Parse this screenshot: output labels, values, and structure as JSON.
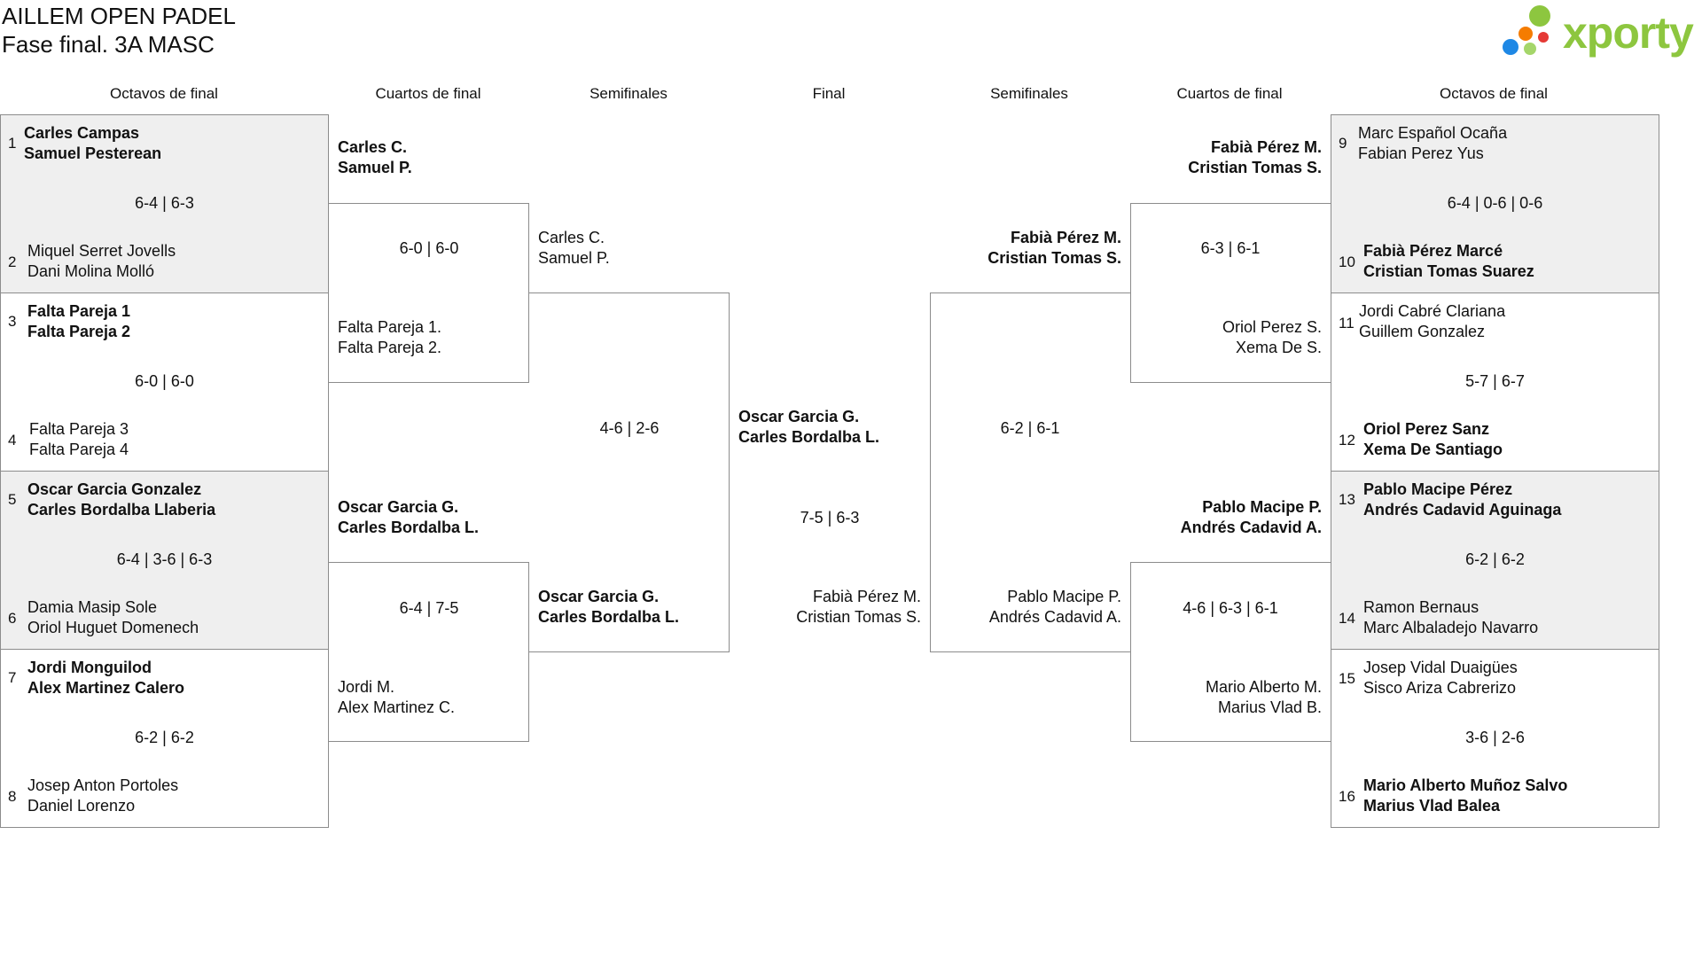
{
  "header": {
    "title": "AILLEM OPEN PADEL",
    "subtitle": "Fase final. 3A MASC",
    "logo_text": "xporty"
  },
  "colors": {
    "logo_green": "#8dc63f",
    "logo_blue": "#1e88e5",
    "logo_orange": "#f57c00",
    "logo_red": "#e53935",
    "logo_lightgreen": "#a5d66a",
    "seed_box_fill": "#efefef",
    "line": "#8c8c8c"
  },
  "round_headers": {
    "octavos_left": "Octavos de final",
    "cuartos_left": "Cuartos de final",
    "semis_left": "Semifinales",
    "final": "Final",
    "semis_right": "Semifinales",
    "cuartos_right": "Cuartos de final",
    "octavos_right": "Octavos de final"
  },
  "octavos_left": [
    {
      "score": "6-4 | 6-3",
      "top": {
        "seed": "1",
        "p1": "Carles Campas",
        "p2": "Samuel Pesterean"
      },
      "bottom": {
        "seed": "2",
        "p1": "Miquel Serret Jovells",
        "p2": "Dani Molina Molló"
      }
    },
    {
      "score": "6-0 | 6-0",
      "top": {
        "seed": "3",
        "p1": "Falta Pareja 1",
        "p2": "Falta Pareja 2"
      },
      "bottom": {
        "seed": "4",
        "p1": "Falta Pareja 3",
        "p2": "Falta Pareja 4"
      }
    },
    {
      "score": "6-4 | 3-6 | 6-3",
      "top": {
        "seed": "5",
        "p1": "Oscar Garcia Gonzalez",
        "p2": "Carles Bordalba Llaberia"
      },
      "bottom": {
        "seed": "6",
        "p1": "Damia Masip Sole",
        "p2": "Oriol Huguet Domenech"
      }
    },
    {
      "score": "6-2 | 6-2",
      "top": {
        "seed": "7",
        "p1": "Jordi Monguilod",
        "p2": "Alex Martinez Calero"
      },
      "bottom": {
        "seed": "8",
        "p1": "Josep Anton Portoles",
        "p2": "Daniel Lorenzo"
      }
    }
  ],
  "octavos_right": [
    {
      "score": "6-4 | 0-6 | 0-6",
      "top": {
        "seed": "9",
        "p1": "Marc Español Ocaña",
        "p2": "Fabian Perez Yus"
      },
      "bottom": {
        "seed": "10",
        "p1": "Fabià Pérez Marcé",
        "p2": "Cristian Tomas Suarez"
      }
    },
    {
      "score": "5-7 | 6-7",
      "top": {
        "seed": "11",
        "p1": "Jordi Cabré Clariana",
        "p2": "Guillem Gonzalez"
      },
      "bottom": {
        "seed": "12",
        "p1": "Oriol Perez Sanz",
        "p2": "Xema De Santiago"
      }
    },
    {
      "score": "6-2 | 6-2",
      "top": {
        "seed": "13",
        "p1": "Pablo Macipe Pérez",
        "p2": "Andrés Cadavid Aguinaga"
      },
      "bottom": {
        "seed": "14",
        "p1": "Ramon Bernaus",
        "p2": "Marc Albaladejo Navarro"
      }
    },
    {
      "score": "3-6 | 2-6",
      "top": {
        "seed": "15",
        "p1": "Josep Vidal Duaigües",
        "p2": "Sisco Ariza Cabrerizo"
      },
      "bottom": {
        "seed": "16",
        "p1": "Mario Alberto Muñoz Salvo",
        "p2": "Marius Vlad Balea"
      }
    }
  ],
  "cuartos_left": [
    {
      "score": "6-0 | 6-0",
      "top": {
        "p1": "Carles C.",
        "p2": "Samuel P."
      },
      "bottom": {
        "p1": "Falta Pareja 1.",
        "p2": "Falta Pareja 2."
      }
    },
    {
      "score": "6-4 | 7-5",
      "top": {
        "p1": "Oscar Garcia G.",
        "p2": "Carles Bordalba L."
      },
      "bottom": {
        "p1": "Jordi M.",
        "p2": "Alex Martinez C."
      }
    }
  ],
  "cuartos_right": [
    {
      "score": "6-3 | 6-1",
      "top": {
        "p1": "Fabià Pérez M.",
        "p2": "Cristian Tomas S."
      },
      "bottom": {
        "p1": "Oriol Perez S.",
        "p2": "Xema De S."
      }
    },
    {
      "score": "4-6 | 6-3 | 6-1",
      "top": {
        "p1": "Pablo Macipe P.",
        "p2": "Andrés Cadavid A."
      },
      "bottom": {
        "p1": "Mario Alberto M.",
        "p2": "Marius Vlad B."
      }
    }
  ],
  "semis_left": {
    "score": "4-6 | 2-6",
    "top": {
      "p1": "Carles C.",
      "p2": "Samuel P."
    },
    "bottom": {
      "p1": "Oscar Garcia G.",
      "p2": "Carles Bordalba L."
    }
  },
  "semis_right": {
    "score": "6-2 | 6-1",
    "top": {
      "p1": "Fabià Pérez M.",
      "p2": "Cristian Tomas S."
    },
    "bottom": {
      "p1": "Pablo Macipe P.",
      "p2": "Andrés Cadavid A."
    }
  },
  "final": {
    "score": "7-5 | 6-3",
    "top": {
      "p1": "Oscar Garcia G.",
      "p2": "Carles Bordalba L."
    },
    "bottom": {
      "p1": "Fabià Pérez M.",
      "p2": "Cristian Tomas S."
    }
  }
}
